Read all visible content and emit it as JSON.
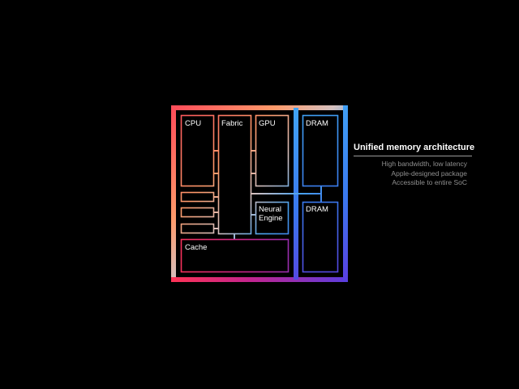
{
  "diagram": {
    "blocks": {
      "cpu": "CPU",
      "fabric": "Fabric",
      "gpu": "GPU",
      "neural_line1": "Neural",
      "neural_line2": "Engine",
      "cache": "Cache",
      "dram_top": "DRAM",
      "dram_bottom": "DRAM"
    },
    "colors": {
      "background": "#000000",
      "gradient": [
        "#ff4f5a",
        "#ff8a5c",
        "#c9b6b8",
        "#3f9df0",
        "#2f7df2",
        "#6f3fd8",
        "#c2248f",
        "#ff3355"
      ]
    }
  },
  "side_panel": {
    "title": "Unified memory architecture",
    "items": [
      "High bandwidth, low latency",
      "Apple-designed package",
      "Accessible to entire SoC"
    ]
  }
}
